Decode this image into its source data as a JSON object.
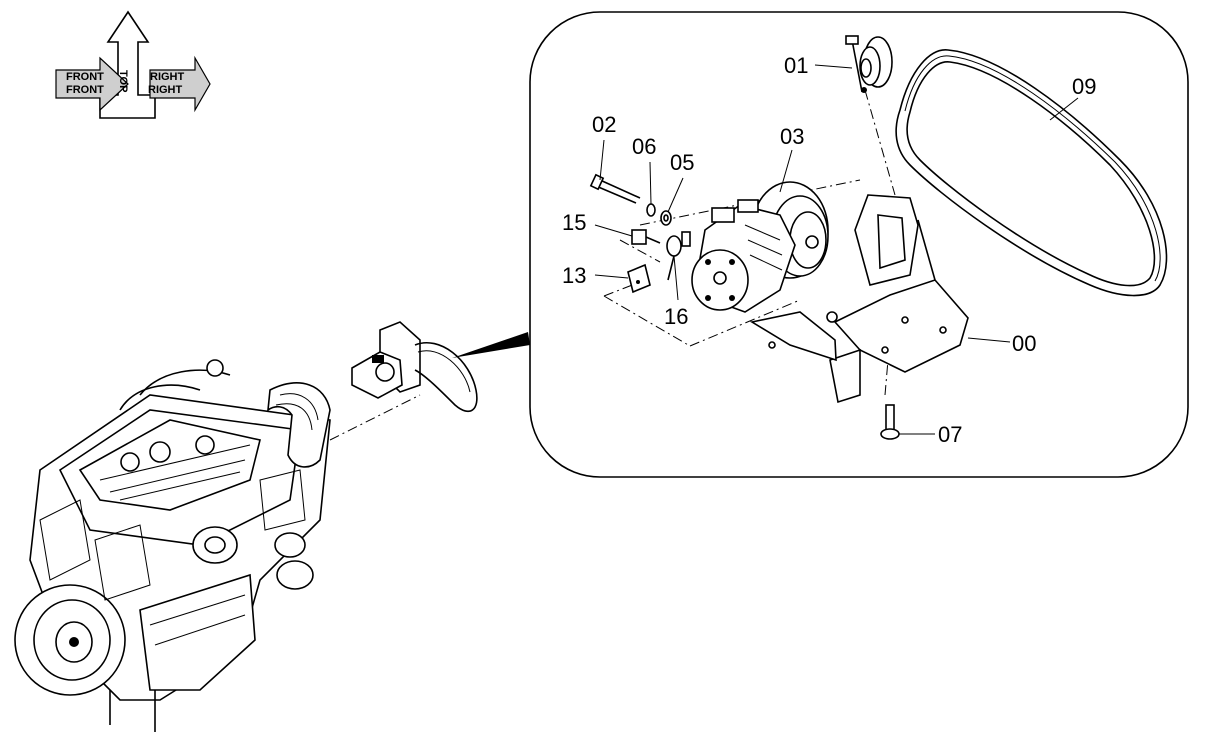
{
  "orientation": {
    "top_label": "TOP",
    "front_label": "FRONT",
    "right_label": "RIGHT"
  },
  "callouts": [
    {
      "id": "01",
      "text": "01"
    },
    {
      "id": "02",
      "text": "02"
    },
    {
      "id": "03",
      "text": "03"
    },
    {
      "id": "05",
      "text": "05"
    },
    {
      "id": "06",
      "text": "06"
    },
    {
      "id": "09",
      "text": "09"
    },
    {
      "id": "15",
      "text": "15"
    },
    {
      "id": "13",
      "text": "13"
    },
    {
      "id": "16",
      "text": "16"
    },
    {
      "id": "00",
      "text": "00"
    },
    {
      "id": "07",
      "text": "07"
    }
  ]
}
